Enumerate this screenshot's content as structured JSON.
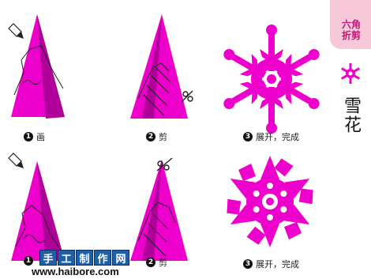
{
  "colors": {
    "magenta": "#ee00cc",
    "magenta_dark": "#b0009a",
    "pink_bg": "#f6c8d8",
    "tag_text": "#c2187a",
    "watermark_blue": "#1f5fa8"
  },
  "side_panel": {
    "tag_line1": "六角",
    "tag_line2": "折剪",
    "title": "雪花"
  },
  "row1": {
    "step1_num": "1",
    "step1_label": "画",
    "step2_num": "2",
    "step2_label": "剪",
    "step3_num": "3",
    "step3_label": "展开，完成"
  },
  "row2": {
    "step1_num": "1",
    "step2_num": "2",
    "step2_label": "剪",
    "step3_num": "3",
    "step3_label": "展开，完成"
  },
  "watermark": {
    "chars": [
      "手",
      "工",
      "制",
      "作",
      "网"
    ],
    "url": "www.haibore.com"
  },
  "icons": [
    "pencil-icon",
    "scissors-icon",
    "small-snowflake-icon"
  ]
}
